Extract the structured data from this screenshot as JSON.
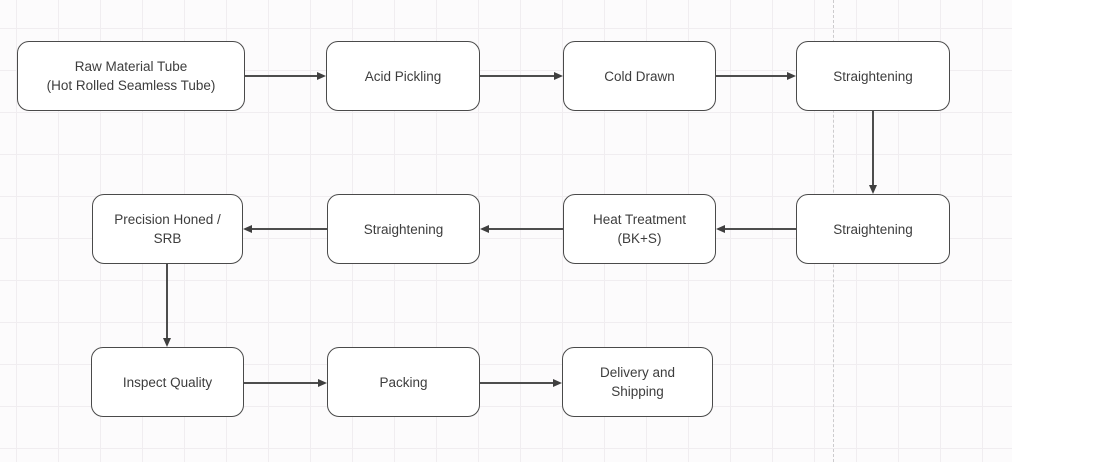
{
  "colors": {
    "canvas_bg": "#fcfbfc",
    "grid_line": "#f0edf0",
    "node_fill": "#ffffff",
    "node_border": "#4a4a4a",
    "text": "#3d3d3d",
    "arrow": "#3f3f3f",
    "page_break_line": "#cccbcd"
  },
  "diagram": {
    "type": "flowchart",
    "nodes": [
      {
        "id": "raw-material-tube",
        "label": "Raw Material Tube\n(Hot Rolled Seamless Tube)"
      },
      {
        "id": "acid-pickling",
        "label": "Acid Pickling"
      },
      {
        "id": "cold-drawn",
        "label": "Cold Drawn"
      },
      {
        "id": "straightening-1",
        "label": "Straightening"
      },
      {
        "id": "precision-honed-srb",
        "label": "Precision Honed /\nSRB"
      },
      {
        "id": "straightening-2",
        "label": "Straightening"
      },
      {
        "id": "heat-treatment-bks",
        "label": "Heat Treatment\n(BK+S)"
      },
      {
        "id": "straightening-3",
        "label": "Straightening"
      },
      {
        "id": "inspect-quality",
        "label": "Inspect Quality"
      },
      {
        "id": "packing",
        "label": "Packing"
      },
      {
        "id": "delivery-and-shipping",
        "label": "Delivery and\nShipping"
      }
    ],
    "edges": [
      {
        "from": "raw-material-tube",
        "to": "acid-pickling"
      },
      {
        "from": "acid-pickling",
        "to": "cold-drawn"
      },
      {
        "from": "cold-drawn",
        "to": "straightening-1"
      },
      {
        "from": "straightening-1",
        "to": "straightening-3"
      },
      {
        "from": "straightening-3",
        "to": "heat-treatment-bks"
      },
      {
        "from": "heat-treatment-bks",
        "to": "straightening-2"
      },
      {
        "from": "straightening-2",
        "to": "precision-honed-srb"
      },
      {
        "from": "precision-honed-srb",
        "to": "inspect-quality"
      },
      {
        "from": "inspect-quality",
        "to": "packing"
      },
      {
        "from": "packing",
        "to": "delivery-and-shipping"
      }
    ]
  }
}
